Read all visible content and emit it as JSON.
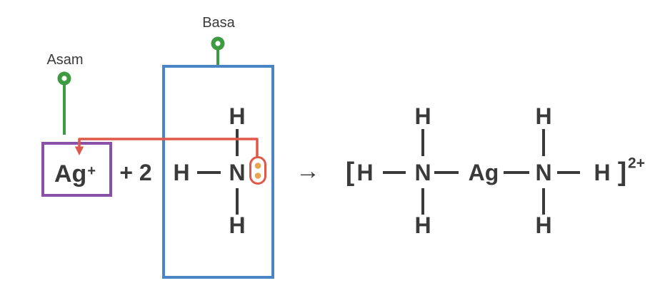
{
  "labels": {
    "acid": "Asam",
    "base": "Basa"
  },
  "reactants": {
    "silver_ion": {
      "symbol": "Ag",
      "charge": "+"
    },
    "coefficient": "+ 2",
    "ammonia": {
      "hydrogen_left": "H",
      "hydrogen_top": "H",
      "hydrogen_bottom": "H",
      "nitrogen": "N"
    }
  },
  "reaction_arrow": "→",
  "product": {
    "bracket_open": "[",
    "hydrogen_left": "H",
    "nitrogen_left": "N",
    "silver": "Ag",
    "nitrogen_right": "N",
    "hydrogen_right": "H",
    "bracket_close": "]",
    "charge": "2+",
    "n_left_hydrogen_top": "H",
    "n_left_hydrogen_bottom": "H",
    "n_right_hydrogen_top": "H",
    "n_right_hydrogen_bottom": "H"
  },
  "colors": {
    "pin_green": "#3f9b42",
    "acid_box_purple": "#8a51a8",
    "base_box_blue": "#4a86c6",
    "electron_arrow_red": "#e0584a",
    "lone_pair_orange": "#e9a44f",
    "bond_dark": "#3a3a3a",
    "background": "#ffffff"
  }
}
